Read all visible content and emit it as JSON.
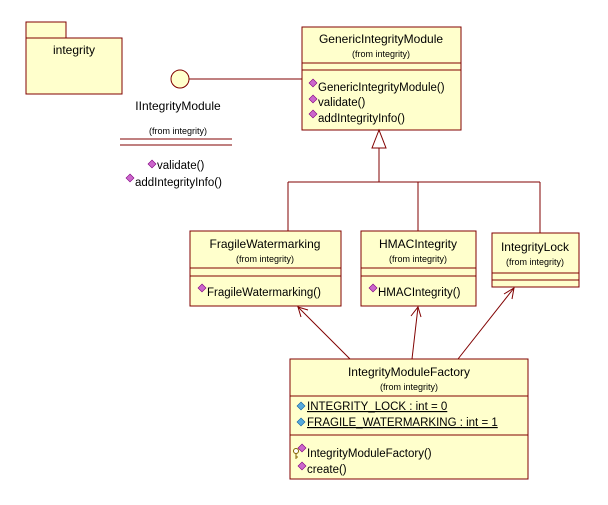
{
  "package": {
    "name": "integrity"
  },
  "interface": {
    "name": "IIntegrityModule",
    "from": "(from integrity)",
    "operations": [
      "validate()",
      "addIntegrityInfo()"
    ]
  },
  "generic": {
    "name": "GenericIntegrityModule",
    "from": "(from integrity)",
    "operations": [
      "GenericIntegrityModule()",
      "validate()",
      "addIntegrityInfo()"
    ]
  },
  "fragile": {
    "name": "FragileWatermarking",
    "from": "(from integrity)",
    "operations": [
      "FragileWatermarking()"
    ]
  },
  "hmac": {
    "name": "HMACIntegrity",
    "from": "(from integrity)",
    "operations": [
      "HMACIntegrity()"
    ]
  },
  "lock": {
    "name": "IntegrityLock",
    "from": "(from integrity)"
  },
  "factory": {
    "name": "IntegrityModuleFactory",
    "from": "(from integrity)",
    "attributes": [
      "INTEGRITY_LOCK : int = 0",
      "FRAGILE_WATERMARKING : int = 1"
    ],
    "operations": [
      "IntegrityModuleFactory()",
      "create()"
    ]
  },
  "colors": {
    "box_fill": "#ffffcc",
    "box_border": "#800000",
    "operation_icon": "#cc66cc",
    "attribute_icon": "#55aadd"
  }
}
